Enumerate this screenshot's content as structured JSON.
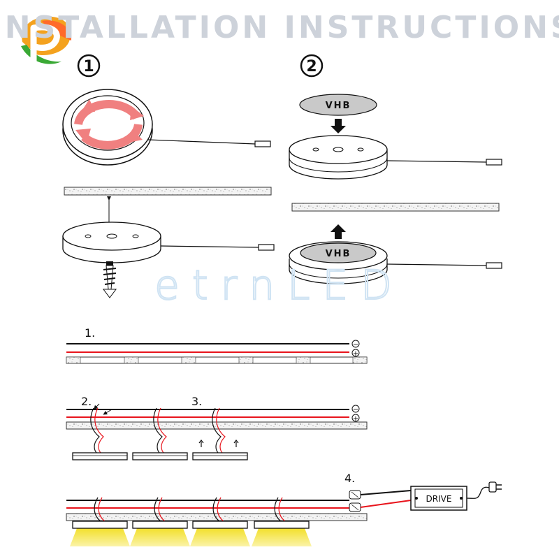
{
  "header": {
    "title": "INSTALLATION INSTRUCTIONS",
    "logo_icon": "brand-logo-leaf-p",
    "title_color": "#cdd2da"
  },
  "watermark": {
    "text": "etrnLED",
    "color": "#cfe3f3"
  },
  "step_badges": {
    "step1": "1",
    "step2": "2"
  },
  "adhesive": {
    "pad_label": "VHB",
    "pad_label_2": "VHB"
  },
  "wiring": {
    "step1_label": "1.",
    "step2_label": "2.",
    "step3_label": "3.",
    "step4_label": "4.",
    "minus_sign": "−",
    "plus_sign": "+",
    "minus_sign_b": "−",
    "plus_sign_b": "+",
    "driver_label": "DRIVE",
    "wire_negative_color": "#111111",
    "wire_positive_color": "#e8141c",
    "light_glow_color": "#f6e43a"
  },
  "icons": {
    "rotate": "rotate-arrows-icon",
    "screw": "screw-icon",
    "plug": "power-plug-icon"
  }
}
